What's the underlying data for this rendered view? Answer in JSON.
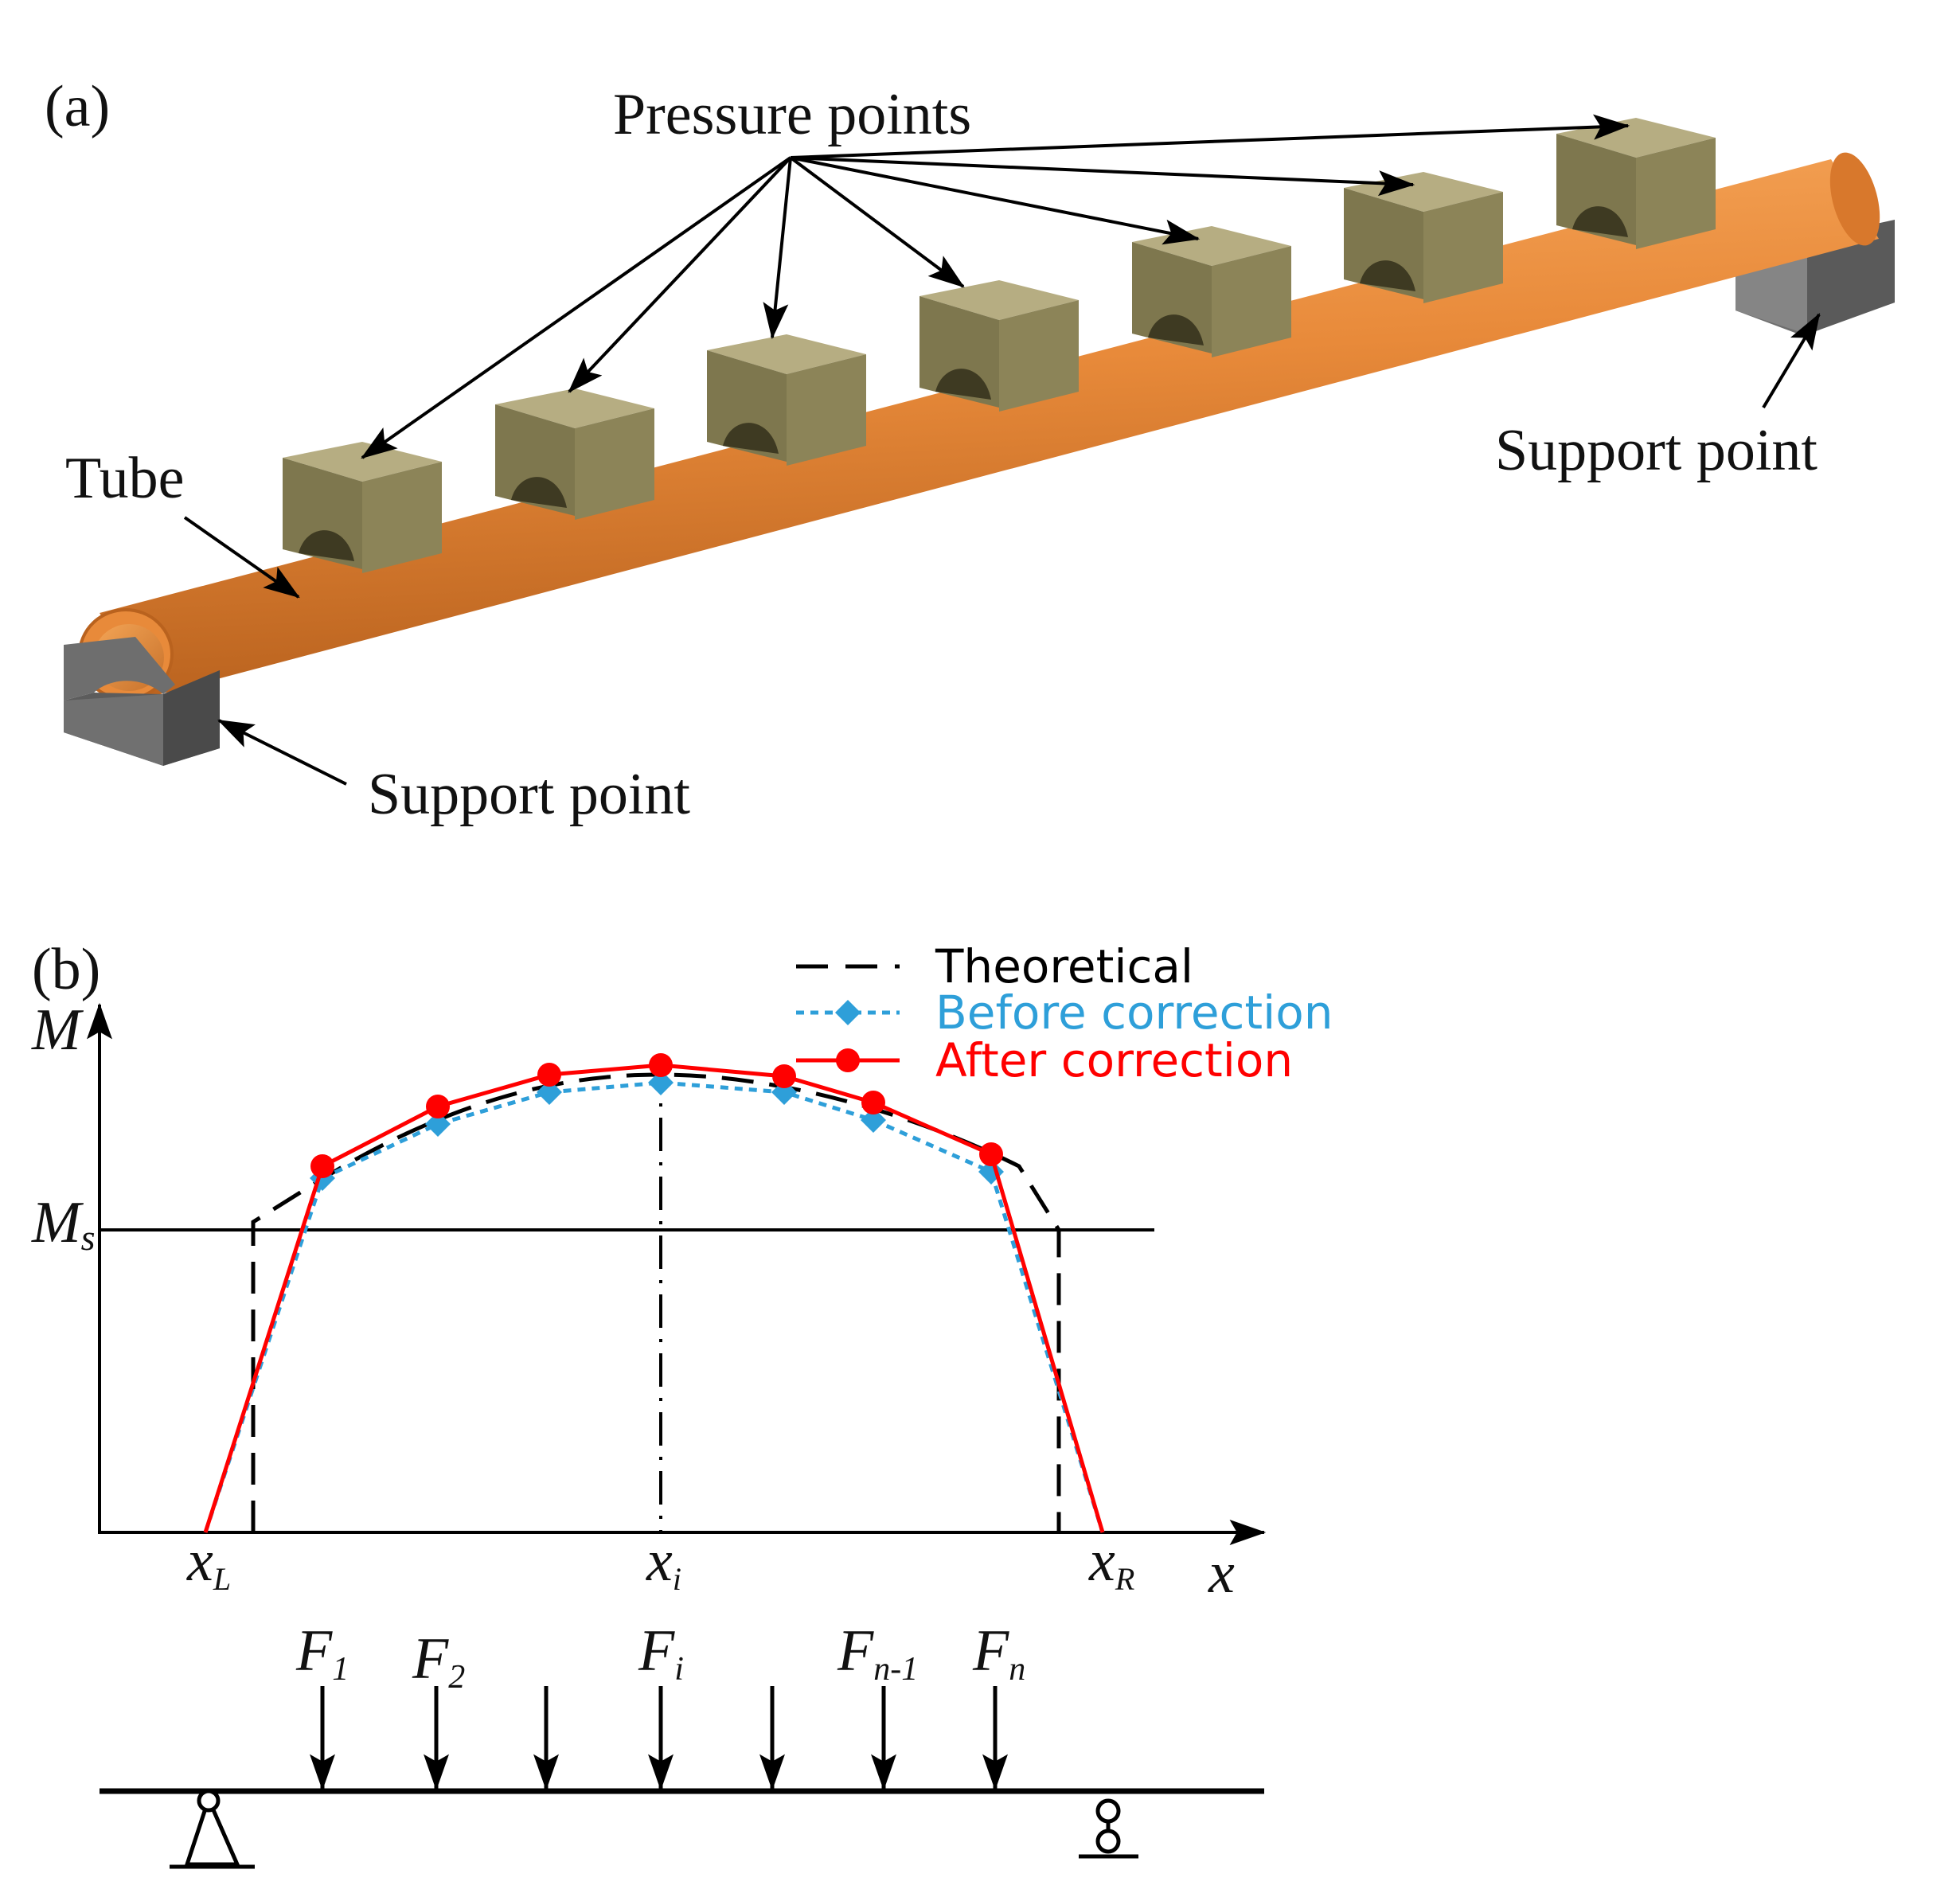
{
  "panel_a": {
    "tag": "(a)",
    "label_pressure": "Pressure points",
    "label_tube": "Tube",
    "label_support_right": "Support point",
    "label_support_left": "Support point",
    "colors": {
      "tube": "#E88A3A",
      "die": "#8C8458",
      "support": "#5A5A5A"
    }
  },
  "panel_b": {
    "tag": "(b)",
    "axes": {
      "y_label": "M",
      "x_label": "x",
      "ms_main": "M",
      "ms_sub": "s"
    },
    "ticks": {
      "xL_main": "x",
      "xL_sub": "L",
      "xi_main": "x",
      "xi_sub": "i",
      "xR_main": "x",
      "xR_sub": "R"
    },
    "legend": [
      {
        "key": "theoretical",
        "label": "Theoretical",
        "color": "#000000"
      },
      {
        "key": "before",
        "label": "Before correction",
        "color": "#2E9FD9"
      },
      {
        "key": "after",
        "label": "After correction",
        "color": "#FF0000"
      }
    ],
    "forces": [
      {
        "main": "F",
        "sub": "1"
      },
      {
        "main": "F",
        "sub": "2"
      },
      {
        "main": "F",
        "sub": "i"
      },
      {
        "main": "F",
        "sub": "n-1"
      },
      {
        "main": "F",
        "sub": "n"
      }
    ]
  }
}
